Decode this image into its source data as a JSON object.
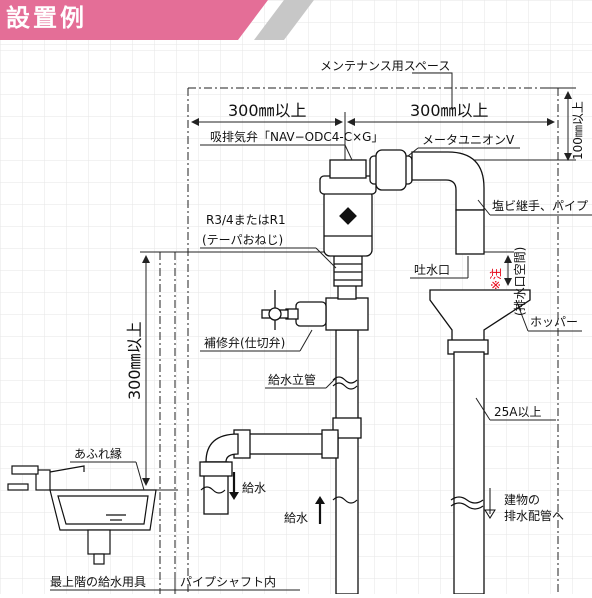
{
  "header": {
    "title": "設置例"
  },
  "colors": {
    "banner": "#e46e97",
    "banner_stripe": "#c7c7c7",
    "grid": "#e6e6e6",
    "pipe_fill": "#ffffff",
    "pipe_outline": "#111111",
    "note_red": "#e60012"
  },
  "labels": {
    "maintenance_space": "メンテナンス用スペース",
    "dim_300_left": "300㎜以上",
    "dim_300_right": "300㎜以上",
    "dim_100": "100㎜以上",
    "air_valve": "吸排気弁「NAV−ODC4-C×G」",
    "meter_union": "メータユニオンV",
    "pvc_joint": "塩ビ継手、パイプ",
    "thread_line1": "R3/4またはR1",
    "thread_line2": "(テーパおねじ)",
    "outlet": "吐水口",
    "note_mark": "※注",
    "air_gap": "(排水口空間)",
    "hopper": "ホッパー",
    "repair_valve": "補修弁(仕切弁)",
    "riser": "給水立管",
    "dim_300_vertical": "300㎜以上",
    "size_25a": "25A以上",
    "overflow_edge": "あふれ縁",
    "supply_1": "給水",
    "supply_2": "給水",
    "drain_line1": "建物の",
    "drain_line2": "排水配管へ",
    "top_fixture": "最上階の給水用具",
    "pipe_shaft": "パイプシャフト内"
  }
}
